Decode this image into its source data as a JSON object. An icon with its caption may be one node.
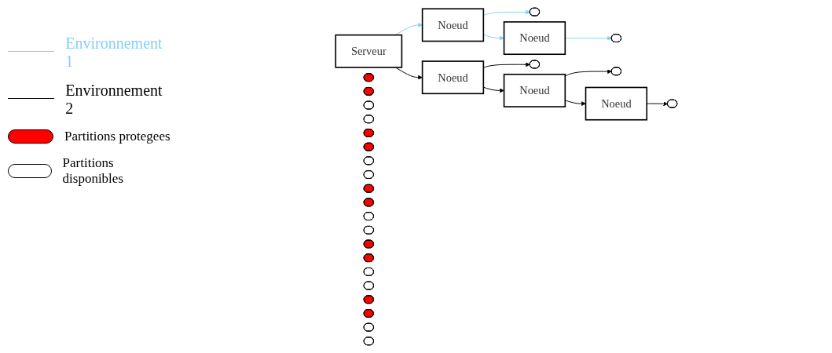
{
  "diagram": {
    "nodes": [
      {
        "text": [
          "Serveur"
        ]
      },
      {
        "text": [
          "Noeud"
        ]
      },
      {
        "text": [],
        "shape": "pill"
      },
      {
        "text": [],
        "shape": "pill"
      },
      {
        "text": [],
        "shape": "pill"
      },
      {
        "text": [],
        "shape": "pill"
      },
      {
        "text": [],
        "shape": "pill"
      },
      {
        "text": [
          "Noeud"
        ]
      },
      {
        "text": [],
        "shape": "pill"
      },
      {
        "text": [],
        "shape": "pill"
      },
      {
        "text": [],
        "shape": "pill"
      },
      {
        "text": [],
        "shape": "pill"
      },
      {
        "text": [],
        "shape": "pill"
      },
      {
        "text": [
          "Noeud"
        ]
      },
      {
        "text": [],
        "shape": "pill"
      },
      {
        "text": [],
        "shape": "pill"
      },
      {
        "text": [],
        "shape": "pill"
      },
      {
        "text": [],
        "shape": "pill"
      },
      {
        "text": [],
        "shape": "pill"
      },
      {
        "text": [
          "Noeud"
        ]
      },
      {
        "text": [],
        "shape": "pill"
      },
      {
        "text": [],
        "shape": "pill"
      },
      {
        "text": [],
        "shape": "pill"
      },
      {
        "text": [],
        "shape": "pill"
      },
      {
        "text": [],
        "shape": "pill"
      },
      {
        "text": [
          "Noeud"
        ]
      },
      {
        "text": [],
        "shape": "pill"
      },
      {
        "text": [],
        "shape": "pill"
      },
      {
        "text": [],
        "shape": "pill"
      },
      {
        "text": [],
        "shape": "pill"
      },
      {
        "text": [],
        "shape": "pill"
      }
    ],
    "edges": [
      {
        "from": 0,
        "to": 1,
        "arrow": "to",
        "color": "#87cefa"
      },
      {
        "from": 1,
        "to": 7,
        "arrow": "to",
        "color": "#87cefa"
      },
      {
        "from": 1,
        "to": 5,
        "arrow": "to",
        "color": "#87cefa"
      },
      {
        "from": 7,
        "to": 11,
        "arrow": "to",
        "color": "#87cefa"
      },
      {
        "from": 0,
        "to": 13,
        "arrow": "to"
      },
      {
        "from": 13,
        "to": 19,
        "arrow": "to"
      },
      {
        "from": 19,
        "to": 25,
        "arrow": "to"
      },
      {
        "from": 13,
        "to": 18,
        "arrow": "to"
      },
      {
        "from": 19,
        "to": 24,
        "arrow": "to"
      },
      {
        "from": 25,
        "to": 30,
        "arrow": "to"
      }
    ],
    "legend": [
      {
        "text": "Environnement 1"
      },
      {
        "text": "Environnement 2"
      },
      {
        "text": "Partitions protegees"
      },
      {
        "text": "Partitions disponibles"
      }
    ]
  }
}
